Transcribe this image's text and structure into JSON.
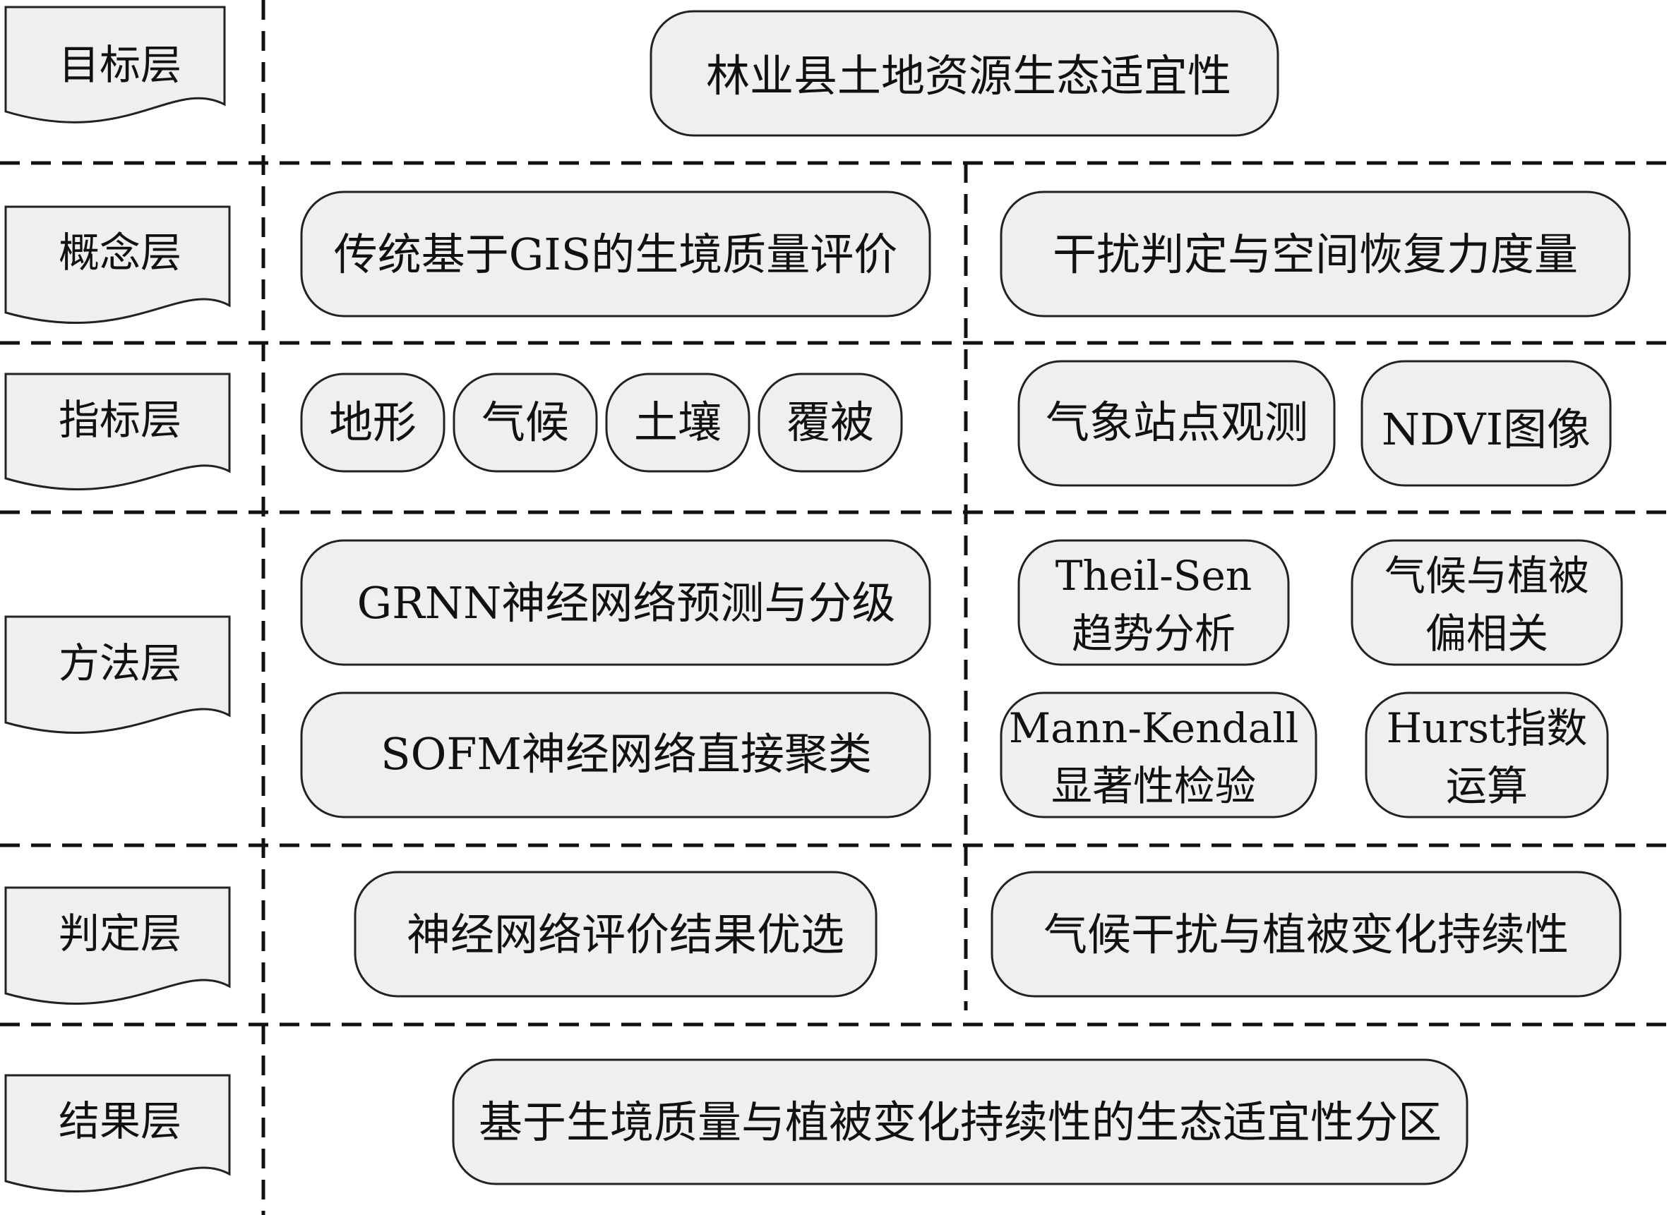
{
  "layers": {
    "goal": "目标层",
    "concept": "概念层",
    "indicator": "指标层",
    "method": "方法层",
    "judgment": "判定层",
    "result": "结果层"
  },
  "goal": "林业县土地资源生态适宜性",
  "concept": {
    "left": "传统基于GIS的生境质量评价",
    "right": "干扰判定与空间恢复力度量"
  },
  "indicator": {
    "left": [
      "地形",
      "气候",
      "土壤",
      "覆被"
    ],
    "right": [
      "气象站点观测",
      "NDVI图像"
    ]
  },
  "method": {
    "left": [
      "GRNN神经网络预测与分级",
      "SOFM神经网络直接聚类"
    ],
    "theil_sen": [
      "Theil-Sen",
      "趋势分析"
    ],
    "partial_corr": [
      "气候与植被",
      "偏相关"
    ],
    "mann_kendall": [
      "Mann-Kendall",
      "显著性检验"
    ],
    "hurst": [
      "Hurst指数",
      "运算"
    ]
  },
  "judgment": {
    "left": "神经网络评价结果优选",
    "right": "气候干扰与植被变化持续性"
  },
  "result": "基于生境质量与植被变化持续性的生态适宜性分区",
  "colors": {
    "box_fill": "#efefef",
    "stroke": "#222222"
  }
}
